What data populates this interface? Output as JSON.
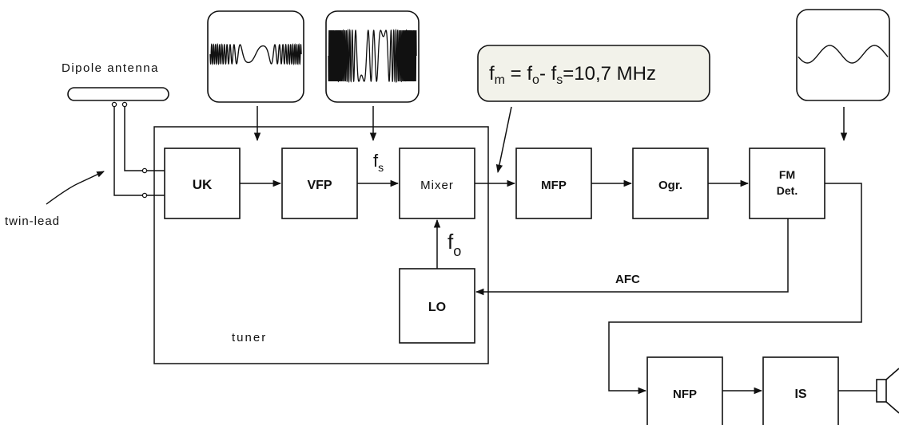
{
  "labels": {
    "dipole_antenna": "Dipole antenna",
    "twin_lead": "twin-lead",
    "tuner": "tuner",
    "afc": "AFC",
    "fs": "f",
    "fs_sub": "s",
    "fo": "f",
    "fo_sub": "o"
  },
  "formula": {
    "f1": "f",
    "f1_sub": "m",
    "eq1": " = f",
    "f2_sub": "o",
    "minus": "- f",
    "f3_sub": "s",
    "tail": "=10,7 MHz"
  },
  "blocks": {
    "uk": "UK",
    "vfp": "VFP",
    "mixer": "Mixer",
    "mfp": "MFP",
    "ogr": "Ogr.",
    "fm_line1": "FM",
    "fm_line2": "Det.",
    "lo": "LO",
    "nfp": "NFP",
    "is": "IS"
  },
  "icons": {
    "waveform_low": "waveform-dense-icon",
    "waveform_high": "waveform-very-dense-icon",
    "waveform_audio": "sine-wave-icon",
    "speaker": "loudspeaker-icon"
  },
  "colors": {
    "line": "#111111",
    "formula_bg": "#f2f2ea"
  }
}
